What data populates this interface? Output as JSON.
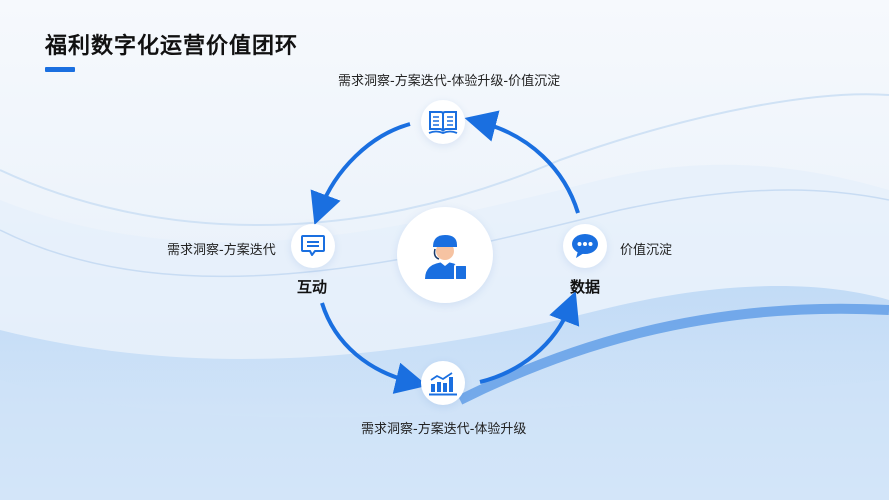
{
  "title": "福利数字化运营价值团环",
  "colors": {
    "accent": "#1a6fe0",
    "text": "#222222",
    "node_bg": "#ffffff",
    "background_light": "#f6f9fd",
    "background_wave": "#9fc4f0"
  },
  "diagram": {
    "center": {
      "icon": "customer-service-person-icon"
    },
    "nodes": [
      {
        "id": "top",
        "icon": "book-icon",
        "label": "需求洞察-方案迭代-体验升级-价值沉淀",
        "name": ""
      },
      {
        "id": "left",
        "icon": "chat-lines-icon",
        "label": "需求洞察-方案迭代",
        "name": "互动"
      },
      {
        "id": "right",
        "icon": "speech-bubble-icon",
        "label": "价值沉淀",
        "name": "数据"
      },
      {
        "id": "bottom",
        "icon": "bar-chart-icon",
        "label": "需求洞察-方案迭代-体验升级",
        "name": ""
      }
    ],
    "flow_direction": "counter-clockwise: top → left → bottom → right → top"
  }
}
